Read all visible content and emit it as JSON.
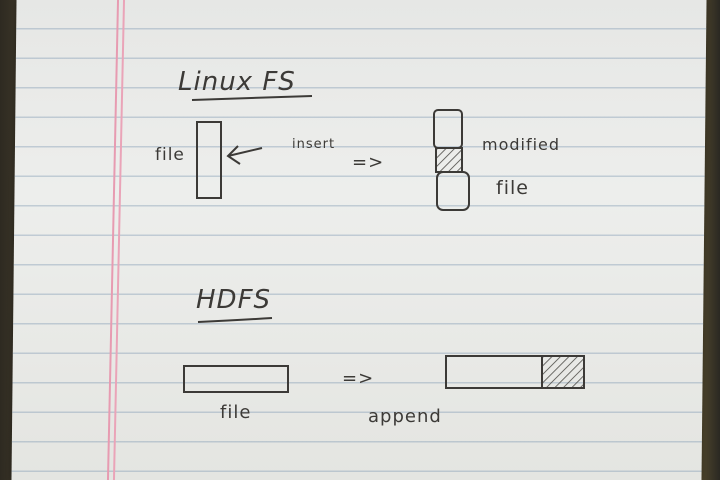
{
  "linux_section": {
    "heading": "Linux FS",
    "file_label": "file",
    "insert_label": "insert",
    "arrow_label": "=>",
    "modified_label": "modified",
    "modified_file_label": "file"
  },
  "hdfs_section": {
    "heading": "HDFS",
    "file_label": "file",
    "arrow_label": "=>",
    "append_label": "append"
  },
  "colors": {
    "ink": "#3c3a37",
    "paper": "#e9eae7",
    "margin_line": "#e79bb1",
    "rule_line": "#8fa8c0"
  }
}
